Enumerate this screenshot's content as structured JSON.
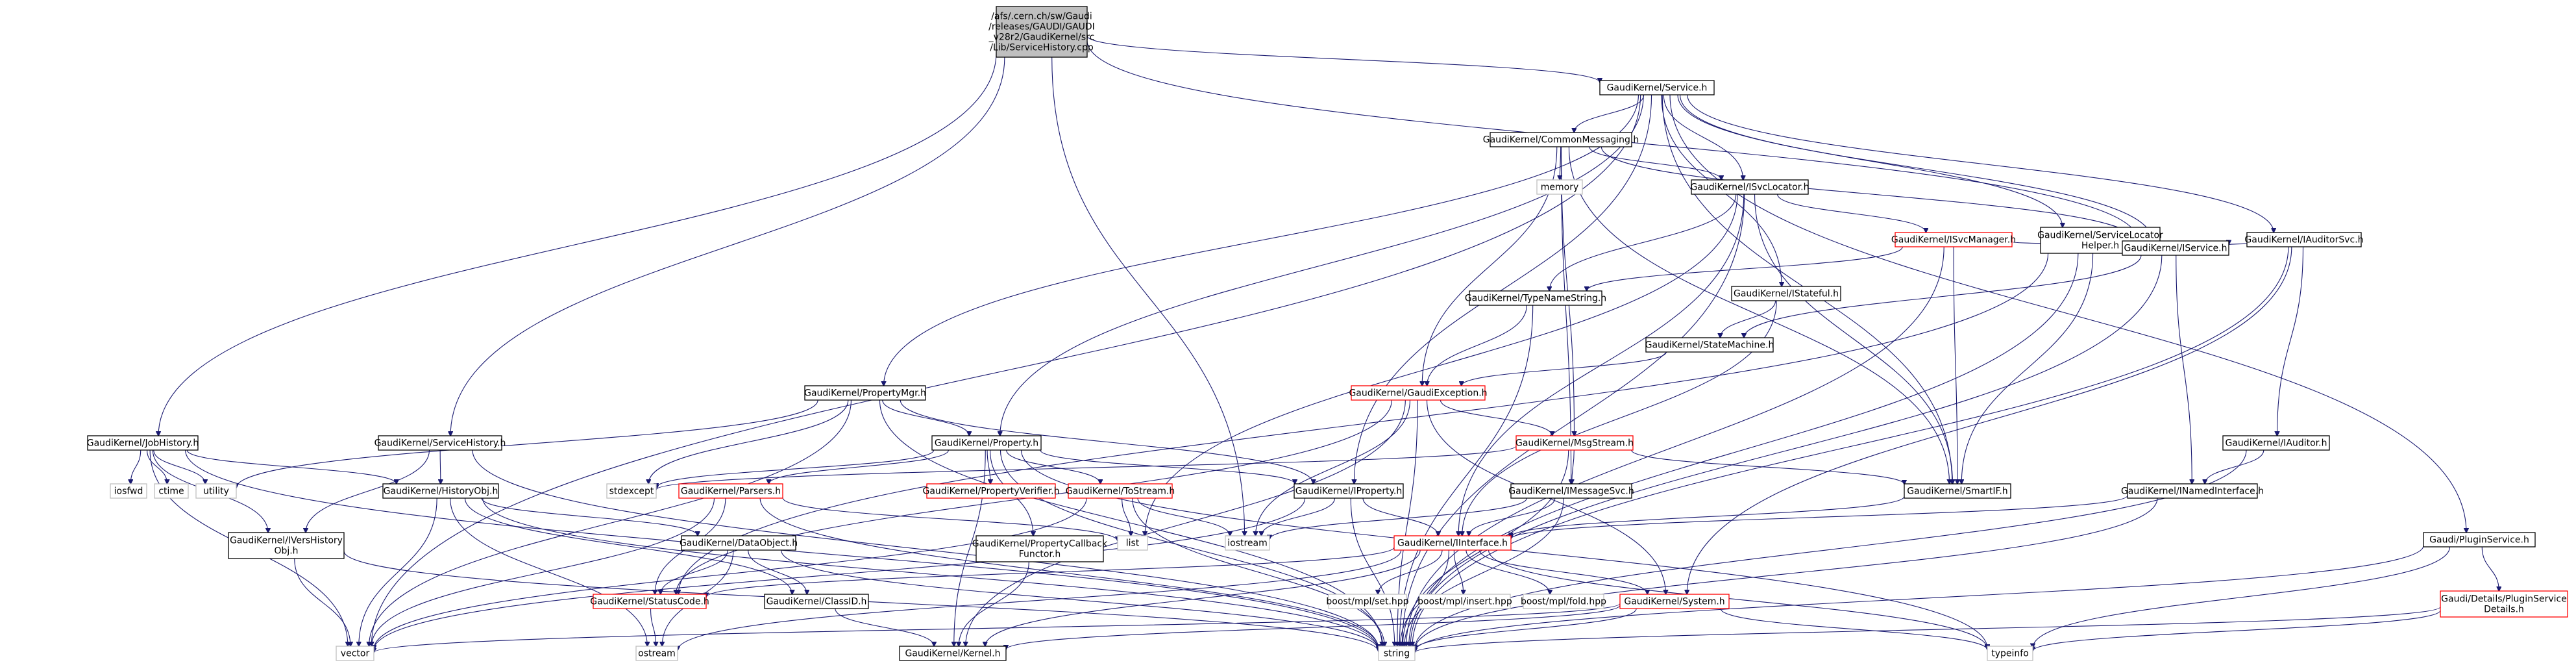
{
  "colors": {
    "edge": "#191970",
    "node_border": "#000000",
    "node_border_red": "#ff0000",
    "node_border_gray": "#bfbfbf",
    "root_fill": "#bfbfbf",
    "node_fill": "#ffffff"
  },
  "nodes": [
    {
      "id": "root",
      "lines": [
        "/afs/.cern.ch/sw/Gaudi",
        "/releases/GAUDI/GAUDI",
        "_v28r2/GaudiKernel/src",
        "/Lib/ServiceHistory.cpp"
      ],
      "style": "root"
    },
    {
      "id": "service_h",
      "lines": [
        "GaudiKernel/Service.h"
      ],
      "style": "black"
    },
    {
      "id": "jobhistory_h",
      "lines": [
        "GaudiKernel/JobHistory.h"
      ],
      "style": "black"
    },
    {
      "id": "servicehistory_h",
      "lines": [
        "GaudiKernel/ServiceHistory.h"
      ],
      "style": "black"
    },
    {
      "id": "commonmessaging_h",
      "lines": [
        "GaudiKernel/CommonMessaging.h"
      ],
      "style": "black"
    },
    {
      "id": "memory",
      "lines": [
        "memory"
      ],
      "style": "gray"
    },
    {
      "id": "isvclocator_h",
      "lines": [
        "GaudiKernel/ISvcLocator.h"
      ],
      "style": "black"
    },
    {
      "id": "servicelocatorhelper_h",
      "lines": [
        "GaudiKernel/ServiceLocator",
        "Helper.h"
      ],
      "style": "black"
    },
    {
      "id": "iauditorsvc_h",
      "lines": [
        "GaudiKernel/IAuditorSvc.h"
      ],
      "style": "black"
    },
    {
      "id": "isvcmanager_h",
      "lines": [
        "GaudiKernel/ISvcManager.h"
      ],
      "style": "red"
    },
    {
      "id": "iservice_h",
      "lines": [
        "GaudiKernel/IService.h"
      ],
      "style": "black"
    },
    {
      "id": "istateful_h",
      "lines": [
        "GaudiKernel/IStateful.h"
      ],
      "style": "black"
    },
    {
      "id": "typenamestring_h",
      "lines": [
        "GaudiKernel/TypeNameString.h"
      ],
      "style": "black"
    },
    {
      "id": "statemachine_h",
      "lines": [
        "GaudiKernel/StateMachine.h"
      ],
      "style": "black"
    },
    {
      "id": "propertymgr_h",
      "lines": [
        "GaudiKernel/PropertyMgr.h"
      ],
      "style": "black"
    },
    {
      "id": "gaudiexception_h",
      "lines": [
        "GaudiKernel/GaudiException.h"
      ],
      "style": "red"
    },
    {
      "id": "property_h",
      "lines": [
        "GaudiKernel/Property.h"
      ],
      "style": "black"
    },
    {
      "id": "msgstream_h",
      "lines": [
        "GaudiKernel/MsgStream.h"
      ],
      "style": "red"
    },
    {
      "id": "iauditor_h",
      "lines": [
        "GaudiKernel/IAuditor.h"
      ],
      "style": "black"
    },
    {
      "id": "historyobj_h",
      "lines": [
        "GaudiKernel/HistoryObj.h"
      ],
      "style": "black"
    },
    {
      "id": "iosfwd",
      "lines": [
        "iosfwd"
      ],
      "style": "gray"
    },
    {
      "id": "ctime",
      "lines": [
        "ctime"
      ],
      "style": "gray"
    },
    {
      "id": "utility",
      "lines": [
        "utility"
      ],
      "style": "gray"
    },
    {
      "id": "stdexcept",
      "lines": [
        "stdexcept"
      ],
      "style": "gray"
    },
    {
      "id": "parsers_h",
      "lines": [
        "GaudiKernel/Parsers.h"
      ],
      "style": "red"
    },
    {
      "id": "propertyverifier_h",
      "lines": [
        "GaudiKernel/PropertyVerifier.h"
      ],
      "style": "red"
    },
    {
      "id": "tostream_h",
      "lines": [
        "GaudiKernel/ToStream.h"
      ],
      "style": "red"
    },
    {
      "id": "iproperty_h",
      "lines": [
        "GaudiKernel/IProperty.h"
      ],
      "style": "black"
    },
    {
      "id": "imessagesvc_h",
      "lines": [
        "GaudiKernel/IMessageSvc.h"
      ],
      "style": "black"
    },
    {
      "id": "smartif_h",
      "lines": [
        "GaudiKernel/SmartIF.h"
      ],
      "style": "black"
    },
    {
      "id": "inamedinterface_h",
      "lines": [
        "GaudiKernel/INamedInterface.h"
      ],
      "style": "black"
    },
    {
      "id": "pluginservice_h",
      "lines": [
        "Gaudi/PluginService.h"
      ],
      "style": "black"
    },
    {
      "id": "iversobj_h",
      "lines": [
        "GaudiKernel/IVersHistory",
        "Obj.h"
      ],
      "style": "black"
    },
    {
      "id": "dataobject_h",
      "lines": [
        "GaudiKernel/DataObject.h"
      ],
      "style": "black"
    },
    {
      "id": "propertycallback_h",
      "lines": [
        "GaudiKernel/PropertyCallback",
        "Functor.h"
      ],
      "style": "black"
    },
    {
      "id": "list",
      "lines": [
        "list"
      ],
      "style": "gray"
    },
    {
      "id": "iostream",
      "lines": [
        "iostream"
      ],
      "style": "gray"
    },
    {
      "id": "iinterface_h",
      "lines": [
        "GaudiKernel/IInterface.h"
      ],
      "style": "red"
    },
    {
      "id": "pluginservicedetails_h",
      "lines": [
        "Gaudi/Details/PluginService",
        "Details.h"
      ],
      "style": "red"
    },
    {
      "id": "statuscode_h",
      "lines": [
        "GaudiKernel/StatusCode.h"
      ],
      "style": "red"
    },
    {
      "id": "classid_h",
      "lines": [
        "GaudiKernel/ClassID.h"
      ],
      "style": "black"
    },
    {
      "id": "boost_set",
      "lines": [
        "boost/mpl/set.hpp"
      ],
      "style": "gray"
    },
    {
      "id": "boost_insert",
      "lines": [
        "boost/mpl/insert.hpp"
      ],
      "style": "gray"
    },
    {
      "id": "boost_fold",
      "lines": [
        "boost/mpl/fold.hpp"
      ],
      "style": "gray"
    },
    {
      "id": "system_h",
      "lines": [
        "GaudiKernel/System.h"
      ],
      "style": "red"
    },
    {
      "id": "vector",
      "lines": [
        "vector"
      ],
      "style": "gray"
    },
    {
      "id": "ostream",
      "lines": [
        "ostream"
      ],
      "style": "gray"
    },
    {
      "id": "kernel_h",
      "lines": [
        "GaudiKernel/Kernel.h"
      ],
      "style": "black"
    },
    {
      "id": "string",
      "lines": [
        "string"
      ],
      "style": "gray"
    },
    {
      "id": "typeinfo",
      "lines": [
        "typeinfo"
      ],
      "style": "gray"
    }
  ],
  "edges": [
    [
      "root",
      "service_h"
    ],
    [
      "root",
      "jobhistory_h"
    ],
    [
      "root",
      "servicehistory_h"
    ],
    [
      "root",
      "iostream"
    ],
    [
      "root",
      "iservice_h"
    ],
    [
      "service_h",
      "commonmessaging_h"
    ],
    [
      "service_h",
      "isvclocator_h"
    ],
    [
      "service_h",
      "servicelocatorhelper_h"
    ],
    [
      "service_h",
      "iauditorsvc_h"
    ],
    [
      "service_h",
      "iservice_h"
    ],
    [
      "service_h",
      "istateful_h"
    ],
    [
      "service_h",
      "propertymgr_h"
    ],
    [
      "service_h",
      "property_h"
    ],
    [
      "service_h",
      "iproperty_h"
    ],
    [
      "service_h",
      "smartif_h"
    ],
    [
      "service_h",
      "pluginservice_h"
    ],
    [
      "service_h",
      "vector"
    ],
    [
      "commonmessaging_h",
      "memory"
    ],
    [
      "commonmessaging_h",
      "isvclocator_h"
    ],
    [
      "commonmessaging_h",
      "gaudiexception_h"
    ],
    [
      "commonmessaging_h",
      "msgstream_h"
    ],
    [
      "commonmessaging_h",
      "imessagesvc_h"
    ],
    [
      "commonmessaging_h",
      "smartif_h"
    ],
    [
      "commonmessaging_h",
      "iservice_h"
    ],
    [
      "isvclocator_h",
      "isvcmanager_h"
    ],
    [
      "isvclocator_h",
      "typenamestring_h"
    ],
    [
      "isvclocator_h",
      "iinterface_h"
    ],
    [
      "isvclocator_h",
      "smartif_h"
    ],
    [
      "isvclocator_h",
      "string"
    ],
    [
      "isvclocator_h",
      "list"
    ],
    [
      "isvcmanager_h",
      "iservice_h"
    ],
    [
      "isvcmanager_h",
      "smartif_h"
    ],
    [
      "isvcmanager_h",
      "typenamestring_h"
    ],
    [
      "isvcmanager_h",
      "string"
    ],
    [
      "servicelocatorhelper_h",
      "iservice_h"
    ],
    [
      "servicelocatorhelper_h",
      "smartif_h"
    ],
    [
      "servicelocatorhelper_h",
      "string"
    ],
    [
      "servicelocatorhelper_h",
      "statuscode_h"
    ],
    [
      "iauditorsvc_h",
      "iservice_h"
    ],
    [
      "iauditorsvc_h",
      "iauditor_h"
    ],
    [
      "iauditorsvc_h",
      "system_h"
    ],
    [
      "iauditorsvc_h",
      "string"
    ],
    [
      "iservice_h",
      "inamedinterface_h"
    ],
    [
      "iservice_h",
      "statemachine_h"
    ],
    [
      "iservice_h",
      "string"
    ],
    [
      "istateful_h",
      "statemachine_h"
    ],
    [
      "istateful_h",
      "iinterface_h"
    ],
    [
      "statemachine_h",
      "gaudiexception_h"
    ],
    [
      "typenamestring_h",
      "string"
    ],
    [
      "typenamestring_h",
      "gaudiexception_h"
    ],
    [
      "propertymgr_h",
      "property_h"
    ],
    [
      "propertymgr_h",
      "iproperty_h"
    ],
    [
      "propertymgr_h",
      "utility"
    ],
    [
      "propertymgr_h",
      "stdexcept"
    ],
    [
      "propertymgr_h",
      "vector"
    ],
    [
      "propertymgr_h",
      "string"
    ],
    [
      "gaudiexception_h",
      "msgstream_h"
    ],
    [
      "gaudiexception_h",
      "statuscode_h"
    ],
    [
      "gaudiexception_h",
      "string"
    ],
    [
      "gaudiexception_h",
      "system_h"
    ],
    [
      "gaudiexception_h",
      "iostream"
    ],
    [
      "gaudiexception_h",
      "kernel_h"
    ],
    [
      "msgstream_h",
      "imessagesvc_h"
    ],
    [
      "msgstream_h",
      "smartif_h"
    ],
    [
      "msgstream_h",
      "string"
    ],
    [
      "msgstream_h",
      "stdexcept"
    ],
    [
      "property_h",
      "parsers_h"
    ],
    [
      "property_h",
      "propertyverifier_h"
    ],
    [
      "property_h",
      "tostream_h"
    ],
    [
      "property_h",
      "propertycallback_h"
    ],
    [
      "property_h",
      "iproperty_h"
    ],
    [
      "property_h",
      "kernel_h"
    ],
    [
      "property_h",
      "string"
    ],
    [
      "property_h",
      "stdexcept"
    ],
    [
      "property_h",
      "typeinfo"
    ],
    [
      "iproperty_h",
      "iinterface_h"
    ],
    [
      "iproperty_h",
      "iostream"
    ],
    [
      "iproperty_h",
      "vector"
    ],
    [
      "iproperty_h",
      "string"
    ],
    [
      "imessagesvc_h",
      "iinterface_h"
    ],
    [
      "imessagesvc_h",
      "string"
    ],
    [
      "imessagesvc_h",
      "iostream"
    ],
    [
      "smartif_h",
      "iinterface_h"
    ],
    [
      "iauditor_h",
      "inamedinterface_h"
    ],
    [
      "iauditor_h",
      "string"
    ],
    [
      "inamedinterface_h",
      "iinterface_h"
    ],
    [
      "inamedinterface_h",
      "string"
    ],
    [
      "jobhistory_h",
      "historyobj_h"
    ],
    [
      "jobhistory_h",
      "iversobj_h"
    ],
    [
      "jobhistory_h",
      "iosfwd"
    ],
    [
      "jobhistory_h",
      "ctime"
    ],
    [
      "jobhistory_h",
      "utility"
    ],
    [
      "jobhistory_h",
      "vector"
    ],
    [
      "jobhistory_h",
      "string"
    ],
    [
      "servicehistory_h",
      "historyobj_h"
    ],
    [
      "servicehistory_h",
      "iversobj_h"
    ],
    [
      "servicehistory_h",
      "string"
    ],
    [
      "historyobj_h",
      "dataobject_h"
    ],
    [
      "historyobj_h",
      "classid_h"
    ],
    [
      "historyobj_h",
      "ostream"
    ],
    [
      "historyobj_h",
      "string"
    ],
    [
      "historyobj_h",
      "vector"
    ],
    [
      "iversobj_h",
      "vector"
    ],
    [
      "iversobj_h",
      "string"
    ],
    [
      "dataobject_h",
      "classid_h"
    ],
    [
      "dataobject_h",
      "statuscode_h"
    ],
    [
      "dataobject_h",
      "ostream"
    ],
    [
      "dataobject_h",
      "string"
    ],
    [
      "parsers_h",
      "statuscode_h"
    ],
    [
      "parsers_h",
      "vector"
    ],
    [
      "parsers_h",
      "list"
    ],
    [
      "parsers_h",
      "string"
    ],
    [
      "tostream_h",
      "iostream"
    ],
    [
      "tostream_h",
      "list"
    ],
    [
      "tostream_h",
      "string"
    ],
    [
      "tostream_h",
      "vector"
    ],
    [
      "propertycallback_h",
      "kernel_h"
    ],
    [
      "iinterface_h",
      "statuscode_h"
    ],
    [
      "iinterface_h",
      "kernel_h"
    ],
    [
      "iinterface_h",
      "system_h"
    ],
    [
      "iinterface_h",
      "boost_set"
    ],
    [
      "iinterface_h",
      "boost_insert"
    ],
    [
      "iinterface_h",
      "boost_fold"
    ],
    [
      "iinterface_h",
      "ostream"
    ],
    [
      "iinterface_h",
      "typeinfo"
    ],
    [
      "iinterface_h",
      "string"
    ],
    [
      "statuscode_h",
      "ostream"
    ],
    [
      "classid_h",
      "kernel_h"
    ],
    [
      "system_h",
      "kernel_h"
    ],
    [
      "system_h",
      "string"
    ],
    [
      "system_h",
      "vector"
    ],
    [
      "system_h",
      "typeinfo"
    ],
    [
      "pluginservice_h",
      "pluginservicedetails_h"
    ],
    [
      "pluginservice_h",
      "string"
    ],
    [
      "pluginservice_h",
      "typeinfo"
    ],
    [
      "pluginservicedetails_h",
      "string"
    ],
    [
      "pluginservicedetails_h",
      "typeinfo"
    ]
  ]
}
